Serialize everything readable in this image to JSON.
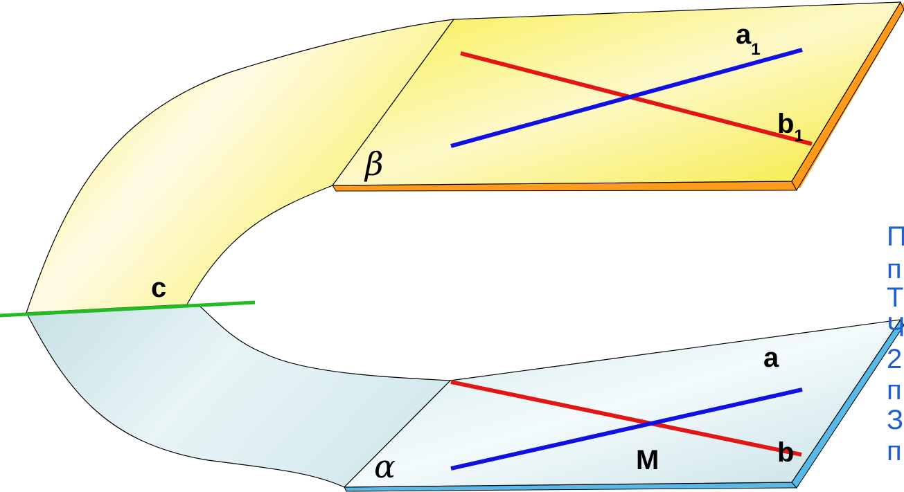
{
  "labels": {
    "a1_main": "a",
    "a1_sub": "1",
    "b1_main": "b",
    "b1_sub": "1",
    "a": "a",
    "b": "b",
    "m": "M",
    "c": "c",
    "beta": "β",
    "alpha": "α"
  },
  "side_text": [
    "П",
    "п",
    "Т",
    "Ч",
    "2",
    "п",
    "З",
    "п"
  ],
  "colors": {
    "line_a": "#1010e0",
    "line_b": "#e31616",
    "line_c": "#22bb22",
    "plane_beta": "#fbf36a",
    "plane_beta_edge": "#ff9a1a",
    "plane_alpha": "#cfe6ea",
    "plane_alpha_edge": "#58b8e8",
    "side_text": "#1f5fd1"
  }
}
